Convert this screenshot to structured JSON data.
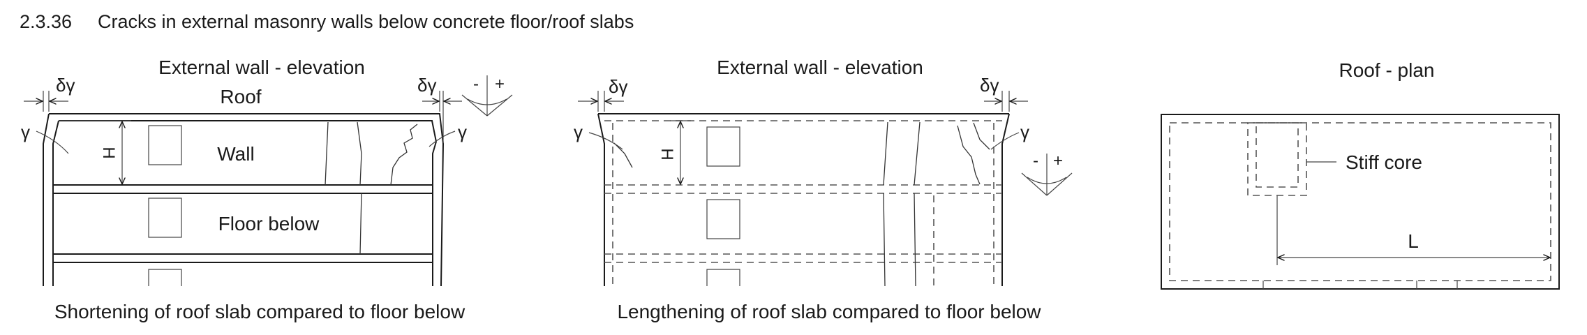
{
  "heading": {
    "number": "2.3.36",
    "title": "Cracks in external masonry walls below concrete floor/roof slabs"
  },
  "panel_left": {
    "title": "External wall - elevation",
    "roof_label": "Roof",
    "wall_label": "Wall",
    "floor_label": "Floor below",
    "height_symbol": "H",
    "delta_left": "δγ",
    "delta_right": "δγ",
    "gamma_left": "γ",
    "gamma_right": "γ",
    "sign_minus": "-",
    "sign_plus": "+",
    "caption": "Shortening of roof slab compared to floor below"
  },
  "panel_middle": {
    "title": "External wall - elevation",
    "height_symbol": "H",
    "delta_left": "δγ",
    "delta_right": "δγ",
    "gamma_left": "γ",
    "gamma_right": "γ",
    "sign_minus": "-",
    "sign_plus": "+",
    "caption": "Lengthening of roof slab compared to floor below"
  },
  "panel_right": {
    "title": "Roof - plan",
    "core_label": "Stiff core",
    "length_symbol": "L"
  }
}
